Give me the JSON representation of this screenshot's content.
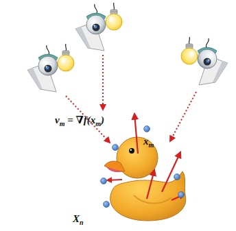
{
  "diagram": {
    "labels": [
      "vm = ∇f(xm)",
      "xm",
      "Xn"
    ]
  }
}
